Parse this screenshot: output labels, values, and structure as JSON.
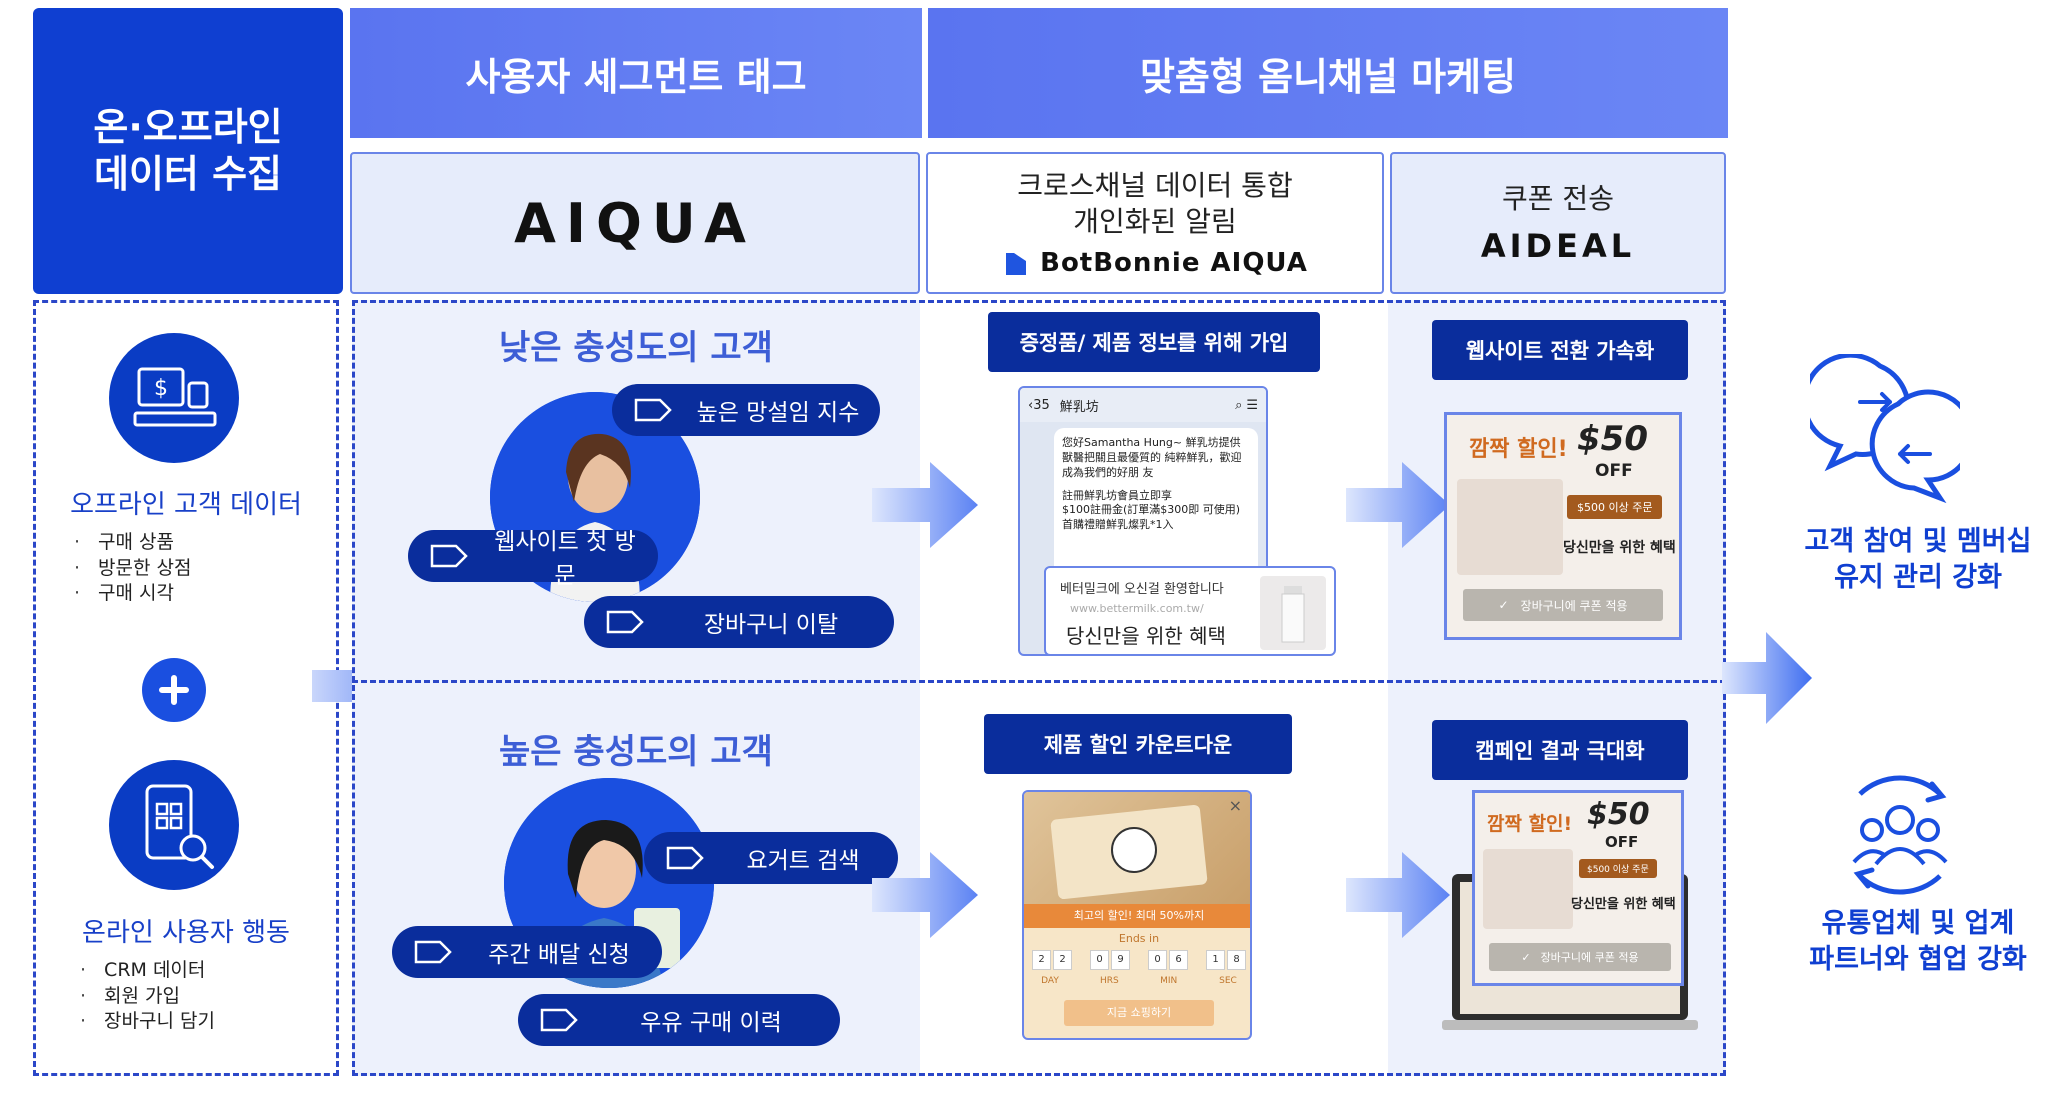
{
  "headers": {
    "collect": "온·오프라인\n데이터 수집",
    "segment": "사용자 세그먼트 태그",
    "omni": "맞춤형 옴니채널 마케팅"
  },
  "sub_headers": {
    "aiqua_logo": "AIQUA",
    "cross_line1": "크로스채널 데이터 통합",
    "cross_line2": "개인화된 알림",
    "botbonnie_logo": "BotBonnie AIQUA",
    "coupon": "쿠폰 전송",
    "aideal_logo": "AIDEAL"
  },
  "left": {
    "offline_title": "오프라인 고객 데이터",
    "offline_items": [
      "구매 상품",
      "방문한 상점",
      "구매 시각"
    ],
    "online_title": "온라인 사용자 행동",
    "online_items": [
      "CRM 데이터",
      "회원 가입",
      "장바구니 담기"
    ]
  },
  "segments": {
    "low_title": "낮은 충성도의 고객",
    "low_tags": [
      "높은 망설임 지수",
      "웹사이트 첫 방문",
      "장바구니 이탈"
    ],
    "high_title": "높은 충성도의 고객",
    "high_tags": [
      "요거트 검색",
      "주간 배달 신청",
      "우유 구매 이력"
    ]
  },
  "channels": {
    "low_banner": "증정품/ 제품 정보를 위해 가입",
    "high_banner": "제품 할인 카운트다운",
    "chat": {
      "back": "35",
      "shop": "鮮乳坊",
      "msg": "您好Samantha Hung~ 鮮乳坊提供獸醫把關且最優質的 純粹鮮乳，歡迎成為我們的好朋 友",
      "msg2": "註冊鮮乳坊會員立即享",
      "msg3": "$100註冊金(訂單滿$300即 可使用)",
      "msg4": "首購禮贈鮮乳燦乳*1入",
      "popup_line1": "베터밀크에 오신걸 환영합니다",
      "popup_url": "www.bettermilk.com.tw/",
      "popup_line2": "당신만을 위한 혜택"
    },
    "countdown": {
      "discount": "최고의 할인! 최대 50%까지",
      "ends": "Ends in",
      "digits": [
        "2",
        "2",
        "0",
        "9",
        "0",
        "6",
        "1",
        "8"
      ],
      "units": [
        "DAY",
        "HRS",
        "MIN",
        "SEC"
      ],
      "button": "지금 쇼핑하기",
      "close": "×"
    }
  },
  "coupons": {
    "low_banner": "웹사이트 전환 가속화",
    "high_banner": "캠페인 결과 극대화",
    "flash": "깜짝 할인!",
    "amount": "$50",
    "off": "OFF",
    "min": "$500 이상 주문",
    "benefit": "당신만을 위한 혜택",
    "apply": "장바구니에 쿠폰 적용"
  },
  "outcomes": {
    "engage": "고객 참여 및 멤버십\n유지 관리 강화",
    "partner": "유통업체 및 업계\n파트너와 협업 강화"
  },
  "colors": {
    "primary": "#0f3fd1",
    "dark": "#0a2d9c",
    "header": "#5a74f0",
    "light_bg": "#edf1fc",
    "accent_orange": "#e8893a"
  }
}
